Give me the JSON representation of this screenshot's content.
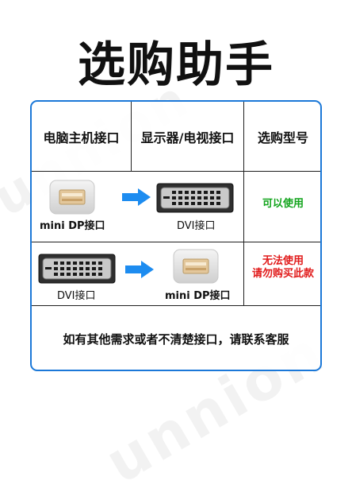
{
  "title": "选购助手",
  "watermark": "unnion",
  "table": {
    "headers": [
      "电脑主机接口",
      "显示器/电视接口",
      "选购型号"
    ],
    "rows": [
      {
        "source": {
          "label": "mini DP接口",
          "icon": "mini-displayport-icon"
        },
        "target": {
          "label": "DVI接口",
          "icon": "dvi-port-icon"
        },
        "arrow_icon": "right-arrow-icon",
        "status_lines": [
          "可以使用"
        ],
        "status_color": "#12a41c"
      },
      {
        "source": {
          "label": "DVI接口",
          "icon": "dvi-port-icon"
        },
        "target": {
          "label": "mini DP接口",
          "icon": "mini-displayport-icon"
        },
        "arrow_icon": "right-arrow-icon",
        "status_lines": [
          "无法使用",
          "请勿购买此款"
        ],
        "status_color": "#e11a1a"
      }
    ],
    "footer": "如有其他需求或者不清楚接口，请联系客服"
  },
  "colors": {
    "border": "#1b78d8",
    "arrow": "#1d8cf0"
  }
}
